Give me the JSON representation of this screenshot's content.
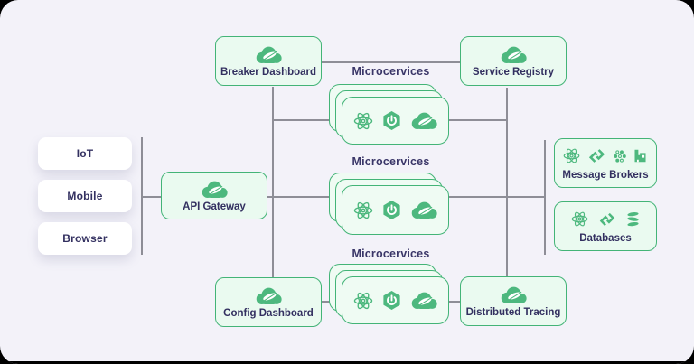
{
  "page": {
    "outer_background": "#000000",
    "card_background": "#f3f2f9"
  },
  "colors": {
    "node_fill": "#eafaf0",
    "node_border": "#43b477",
    "icon_green": "#4db87e",
    "text": "#333060",
    "connector_line": "#8e8e97",
    "client_fill": "#ffffff"
  },
  "clients": {
    "items": [
      {
        "label": "IoT"
      },
      {
        "label": "Mobile"
      },
      {
        "label": "Browser"
      }
    ]
  },
  "nodes": {
    "breaker_dashboard": {
      "label": "Breaker Dashboard",
      "icon": "spring-cloud-icon"
    },
    "service_registry": {
      "label": "Service Registry",
      "icon": "spring-cloud-icon"
    },
    "api_gateway": {
      "label": "API Gateway",
      "icon": "spring-cloud-icon"
    },
    "config_dashboard": {
      "label": "Config Dashboard",
      "icon": "spring-cloud-icon"
    },
    "distributed_tracing": {
      "label": "Distributed Tracing",
      "icon": "spring-cloud-icon"
    },
    "message_brokers": {
      "label": "Message Brokers",
      "icons": [
        "react-icon",
        "link-icon",
        "molecule-icon",
        "factory-icon"
      ]
    },
    "databases": {
      "label": "Databases",
      "icons": [
        "react-icon",
        "link-icon",
        "coil-icon"
      ]
    }
  },
  "stacks": [
    {
      "label": "Microcervices",
      "icons": [
        "react-icon",
        "spring-boot-icon",
        "spring-cloud-icon"
      ]
    },
    {
      "label": "Microcervices",
      "icons": [
        "react-icon",
        "spring-boot-icon",
        "spring-cloud-icon"
      ]
    },
    {
      "label": "Microcervices",
      "icons": [
        "react-icon",
        "spring-boot-icon",
        "spring-cloud-icon"
      ]
    }
  ]
}
